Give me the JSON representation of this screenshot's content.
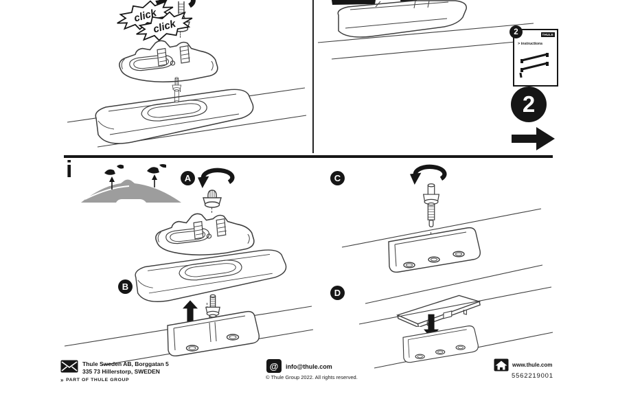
{
  "colors": {
    "ink": "#161616",
    "line_art": "#3d3d3d",
    "car_gray": "#9d9d9d",
    "background": "#ffffff"
  },
  "top_left": {
    "clicks": [
      "click",
      "click"
    ]
  },
  "top_right": {
    "booklet": {
      "badge": "2",
      "brand": "THULE",
      "title": "> instructions"
    },
    "step_badge": "2"
  },
  "bottom": {
    "info_glyph": "i",
    "labels": {
      "a": "A",
      "b": "B",
      "c": "C",
      "d": "D"
    }
  },
  "footer": {
    "address1": "Thule Sweden AB, Borggatan 5",
    "address2": "335 73 Hillerstorp, SWEDEN",
    "group_icon": "»",
    "group": "PART OF THULE GROUP",
    "at_glyph": "@",
    "email": "info@thule.com",
    "copyright": "© Thule Group 2022. All rights reserved.",
    "website": "www.thule.com",
    "article_number": "5562219001"
  }
}
